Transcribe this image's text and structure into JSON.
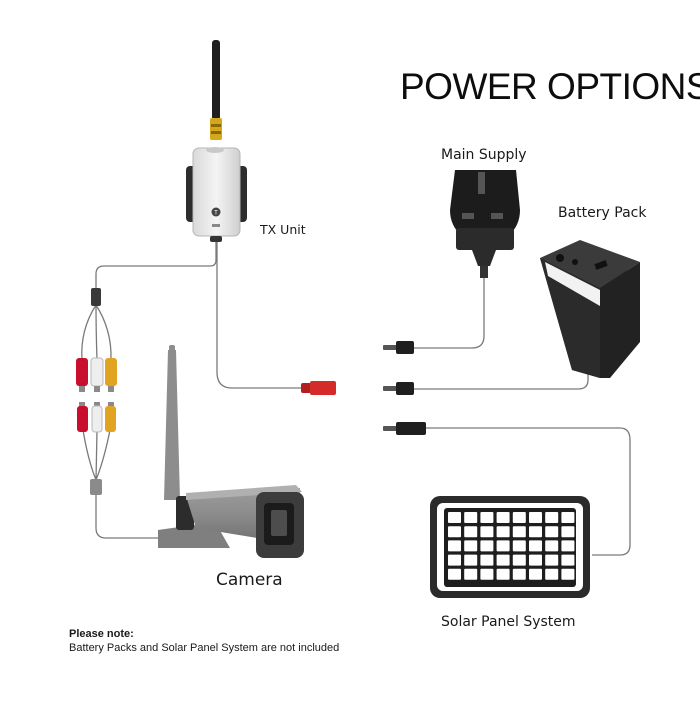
{
  "title": "POWER OPTIONS",
  "labels": {
    "main_supply": "Main Supply",
    "battery_pack": "Battery Pack",
    "tx_unit": "TX Unit",
    "camera": "Camera",
    "solar_panel": "Solar Panel System"
  },
  "note": {
    "heading": "Please note:",
    "text": "Battery Packs and Solar Panel System are not included"
  },
  "icons": {
    "tx_unit": "tx-unit-icon",
    "antenna": "antenna-icon",
    "camera": "camera-icon",
    "plug": "uk-plug-icon",
    "battery": "battery-pack-icon",
    "solar": "solar-panel-icon",
    "rca": "rca-connector-icon",
    "dc_jack": "dc-jack-icon"
  },
  "colors": {
    "cable": "#7a7a7a",
    "rca_red": "#c8102e",
    "rca_yellow": "#e0a422",
    "rca_white": "#eeeeee",
    "dc_red": "#d42a2a",
    "device_dark": "#2b2b2b"
  }
}
